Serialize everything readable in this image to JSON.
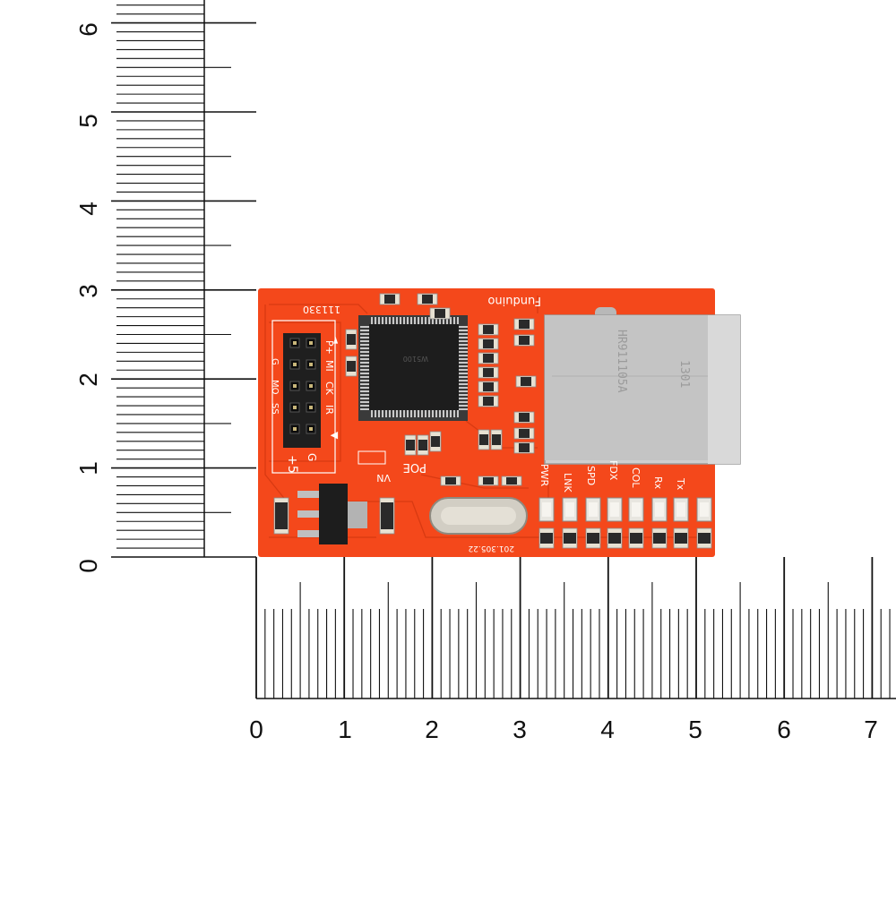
{
  "ruler": {
    "vertical_labels": [
      "0",
      "1",
      "2",
      "3",
      "4",
      "5",
      "6"
    ],
    "horizontal_labels": [
      "0",
      "1",
      "2",
      "3",
      "4",
      "5",
      "6",
      "7"
    ]
  },
  "board": {
    "color": "#f4481b",
    "brand": "Funduino",
    "chip_code": "111330",
    "header_left_labels": [
      "P+",
      "MI",
      "CK",
      "IR",
      "+5"
    ],
    "header_right_labels": [
      "G",
      "MO",
      "SS",
      "G"
    ],
    "header_marks": [
      "◄",
      "▼"
    ],
    "poe_label": "POE",
    "vn_label": "VN",
    "date_label": "201.305.22",
    "led_labels": [
      "PWR",
      "LNK",
      "SPD",
      "FDX",
      "COL",
      "Rx",
      "Tx"
    ],
    "jack_text": [
      "HR911105A",
      "1301"
    ]
  },
  "colors": {
    "pcb": "#f4481b",
    "jack_metal": "#c9c9c9",
    "chip": "#1d1d1d",
    "pin_header": "#222222"
  }
}
